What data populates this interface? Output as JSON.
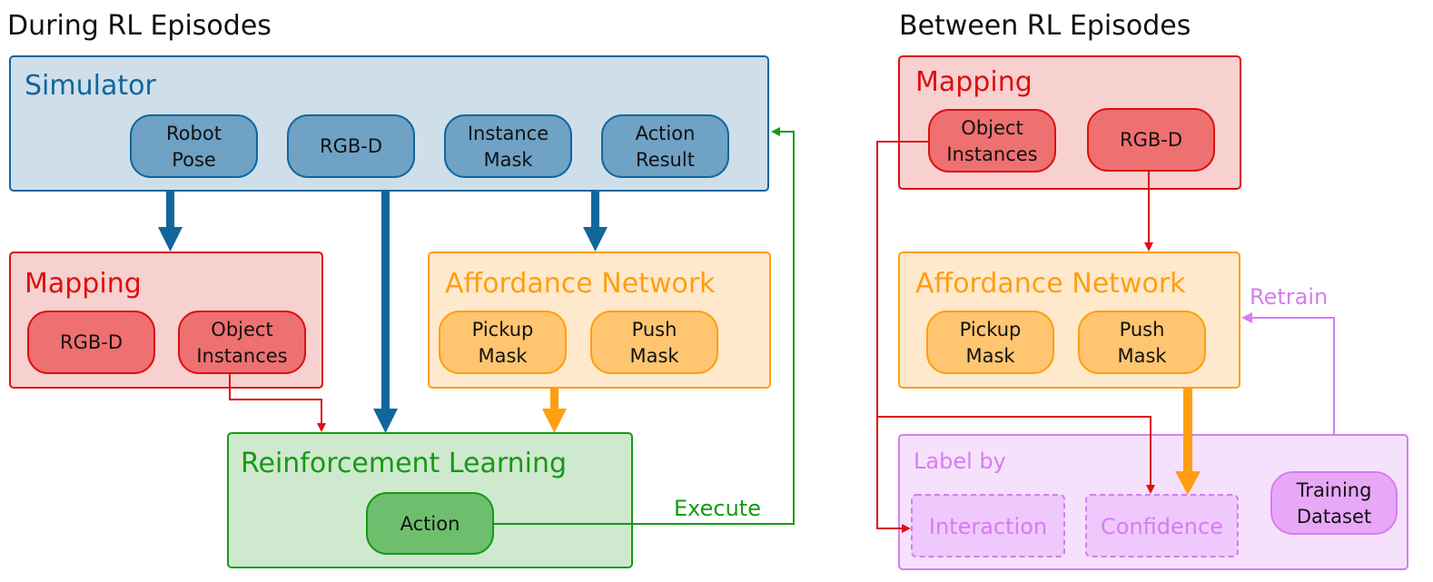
{
  "titles": {
    "left": "During RL Episodes",
    "right": "Between RL Episodes"
  },
  "simulator": {
    "title": "Simulator",
    "items": [
      [
        "Robot",
        "Pose"
      ],
      [
        "RGB-D"
      ],
      [
        "Instance",
        "Mask"
      ],
      [
        "Action",
        "Result"
      ]
    ]
  },
  "mapping_left": {
    "title": "Mapping",
    "items": [
      [
        "RGB-D"
      ],
      [
        "Object",
        "Instances"
      ]
    ]
  },
  "affordance_left": {
    "title": "Affordance Network",
    "items": [
      [
        "Pickup",
        "Mask"
      ],
      [
        "Push",
        "Mask"
      ]
    ]
  },
  "rl": {
    "title": "Reinforcement Learning",
    "action": "Action",
    "execute": "Execute"
  },
  "mapping_right": {
    "title": "Mapping",
    "items": [
      [
        "Object",
        "Instances"
      ],
      [
        "RGB-D"
      ]
    ]
  },
  "affordance_right": {
    "title": "Affordance Network",
    "items": [
      [
        "Pickup",
        "Mask"
      ],
      [
        "Push",
        "Mask"
      ]
    ],
    "retrain": "Retrain"
  },
  "label": {
    "title": "Label by",
    "interaction": "Interaction",
    "confidence": "Confidence",
    "dataset": [
      "Training",
      "Dataset"
    ]
  },
  "colors": {
    "blue": "#11669c",
    "red": "#dc1010",
    "orange": "#ff9e10",
    "green": "#159a15",
    "violet": "#d77cf2"
  }
}
